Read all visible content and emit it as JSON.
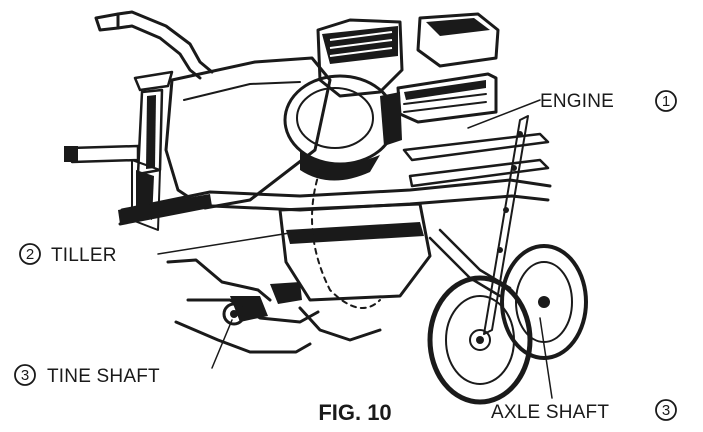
{
  "figure": {
    "caption": "FIG. 10",
    "labels": {
      "engine": {
        "text": "ENGINE",
        "number": "1"
      },
      "tiller": {
        "text": "TILLER",
        "number": "2"
      },
      "tine_shaft": {
        "text": "TINE SHAFT",
        "number": "3"
      },
      "axle_shaft": {
        "text": "AXLE SHAFT",
        "number": "3"
      }
    }
  }
}
